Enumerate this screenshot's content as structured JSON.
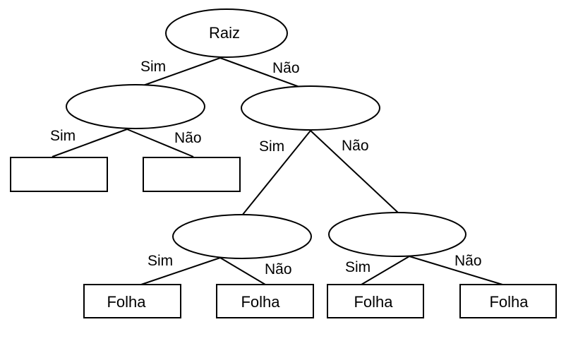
{
  "tree": {
    "root_label": "Raiz",
    "yes_label": "Sim",
    "no_label": "Não",
    "leaf_label": "Folha"
  }
}
